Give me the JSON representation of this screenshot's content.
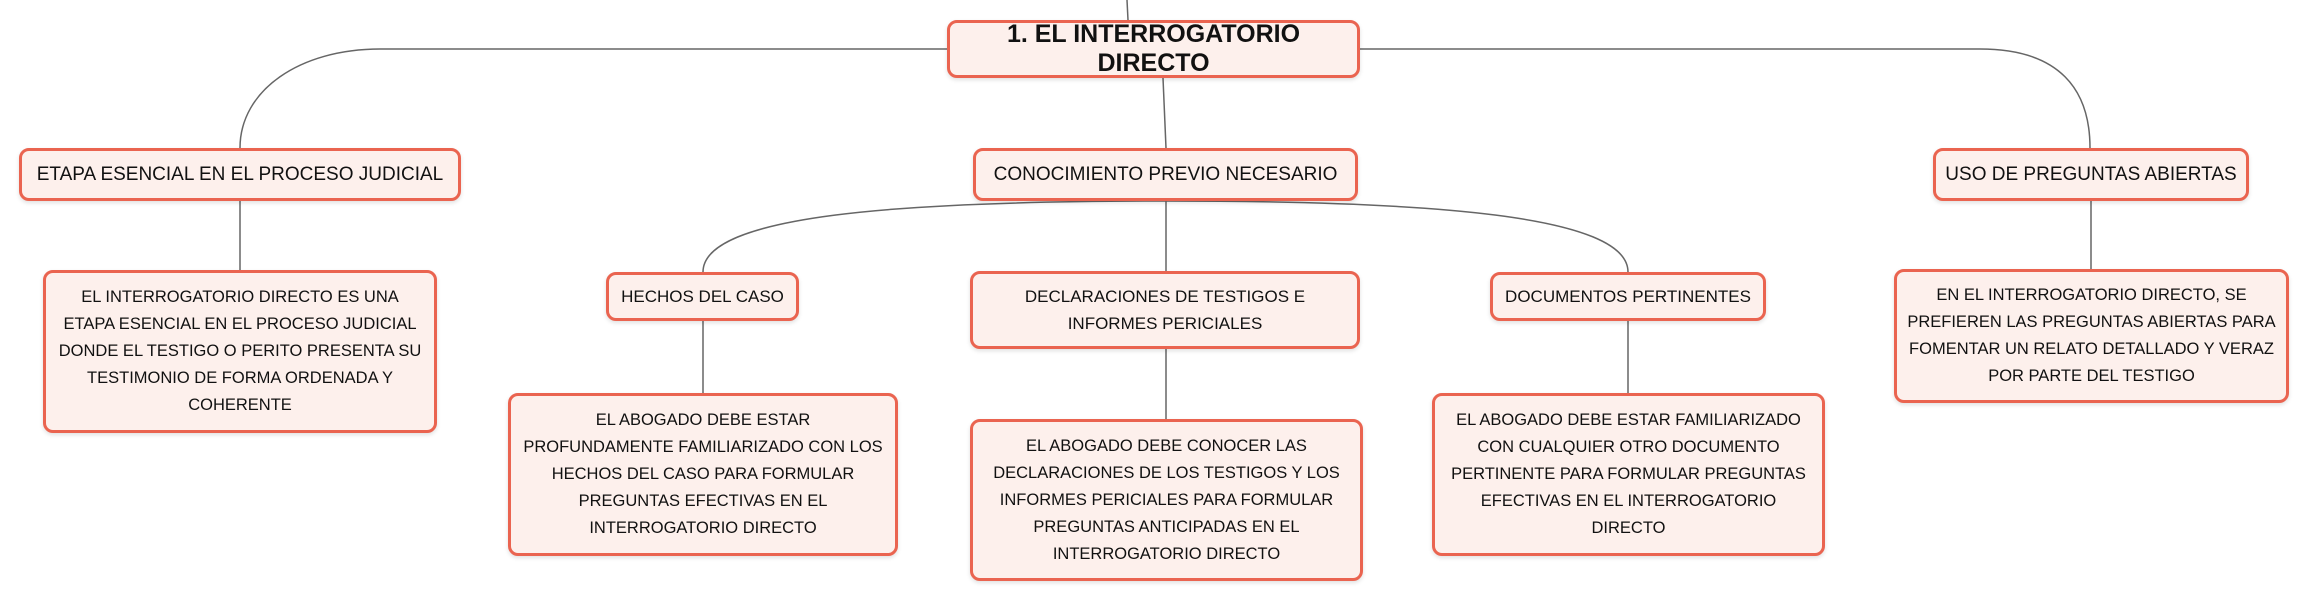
{
  "root": {
    "label": "1. EL INTERROGATORIO DIRECTO"
  },
  "branches": [
    {
      "label": "ETAPA ESENCIAL EN EL PROCESO JUDICIAL",
      "detail": "EL INTERROGATORIO DIRECTO ES UNA ETAPA ESENCIAL EN EL PROCESO JUDICIAL DONDE EL TESTIGO O PERITO PRESENTA SU TESTIMONIO DE FORMA ORDENADA Y COHERENTE"
    },
    {
      "label": "CONOCIMIENTO PREVIO NECESARIO",
      "children": [
        {
          "label": "HECHOS DEL CASO",
          "detail": "EL ABOGADO DEBE ESTAR PROFUNDAMENTE FAMILIARIZADO CON LOS HECHOS DEL CASO PARA FORMULAR PREGUNTAS EFECTIVAS EN EL INTERROGATORIO DIRECTO"
        },
        {
          "label": "DECLARACIONES DE TESTIGOS E INFORMES PERICIALES",
          "detail": "EL ABOGADO DEBE CONOCER LAS DECLARACIONES DE LOS TESTIGOS Y LOS INFORMES PERICIALES PARA FORMULAR PREGUNTAS ANTICIPADAS EN EL INTERROGATORIO DIRECTO"
        },
        {
          "label": "DOCUMENTOS PERTINENTES",
          "detail": "EL ABOGADO DEBE ESTAR FAMILIARIZADO CON CUALQUIER OTRO DOCUMENTO PERTINENTE PARA FORMULAR PREGUNTAS EFECTIVAS EN EL INTERROGATORIO DIRECTO"
        }
      ]
    },
    {
      "label": "USO DE PREGUNTAS ABIERTAS",
      "detail": "EN EL INTERROGATORIO DIRECTO, SE PREFIEREN LAS PREGUNTAS ABIERTAS PARA FOMENTAR UN RELATO DETALLADO Y VERAZ POR PARTE DEL TESTIGO"
    }
  ],
  "colors": {
    "border": "#ea6450",
    "fill": "#fdf0ec",
    "line": "#666666"
  }
}
